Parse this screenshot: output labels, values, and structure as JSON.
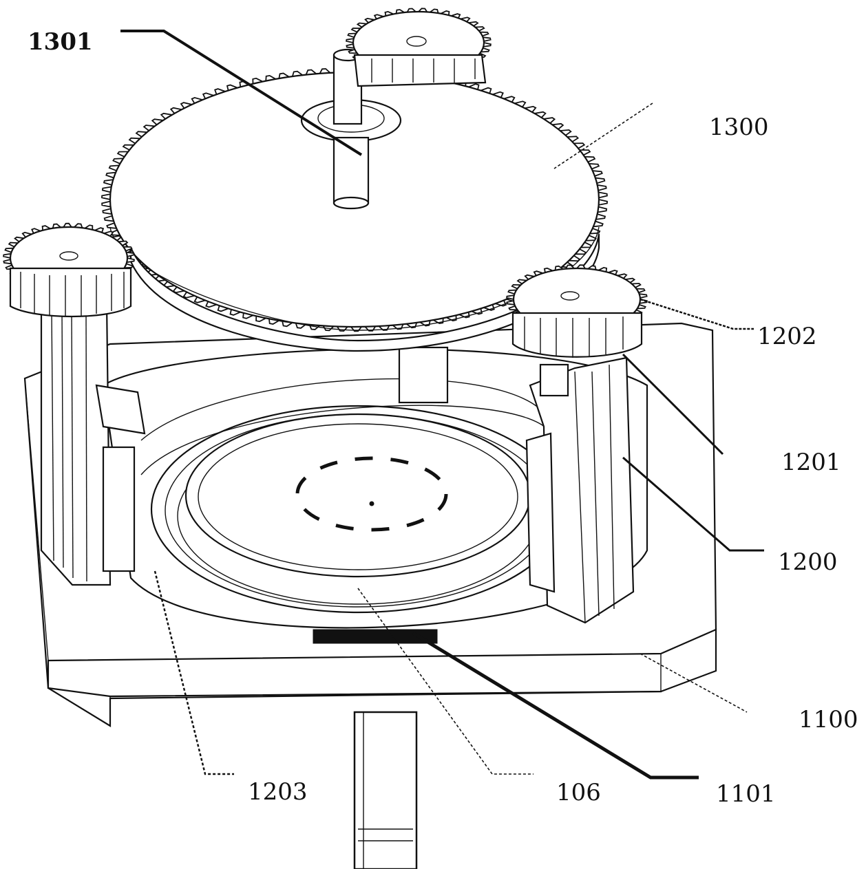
{
  "figure": {
    "labels": {
      "l1301": "1301",
      "l1300": "1300",
      "l1202": "1202",
      "l1201": "1201",
      "l1200": "1200",
      "l1100": "1100",
      "l1101": "1101",
      "l106": "106",
      "l1203": "1203"
    }
  }
}
